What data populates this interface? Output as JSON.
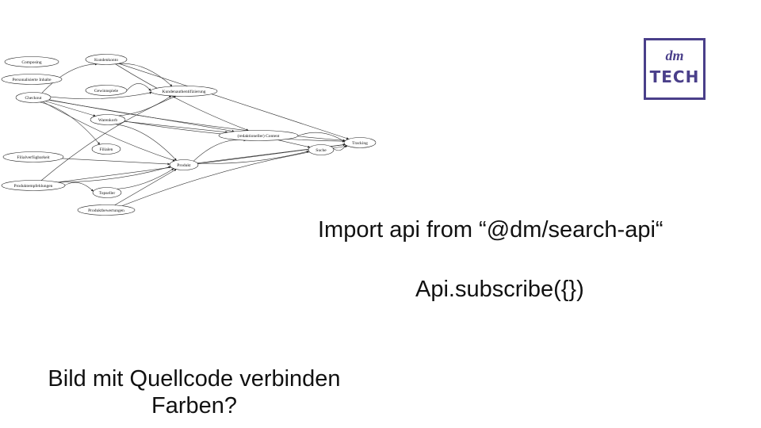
{
  "diagram": {
    "nodes": [
      {
        "id": "composing",
        "label": "Composing"
      },
      {
        "id": "personalisierte",
        "label": "Personalisierte Inhalte"
      },
      {
        "id": "checkout",
        "label": "Checkout"
      },
      {
        "id": "kundenkonto",
        "label": "Kundenkonto"
      },
      {
        "id": "gewinnspiele",
        "label": "Gewinnspiele"
      },
      {
        "id": "kundenauth",
        "label": "Kundenauthentifizierung"
      },
      {
        "id": "warenkorb",
        "label": "Warenkorb"
      },
      {
        "id": "content",
        "label": "(redaktioneller) Content"
      },
      {
        "id": "tracking",
        "label": "Tracking"
      },
      {
        "id": "filialen",
        "label": "Filialen"
      },
      {
        "id": "suche",
        "label": "Suche"
      },
      {
        "id": "filialverfuegbarkeit",
        "label": "Filialverfügbarkeit"
      },
      {
        "id": "produkt",
        "label": "Produkt"
      },
      {
        "id": "produktempfehlungen",
        "label": "Produktempfehlungen"
      },
      {
        "id": "topseller",
        "label": "Topseller"
      },
      {
        "id": "produktbewertungen",
        "label": "Produktbewertungen"
      }
    ],
    "edges": [
      [
        "checkout",
        "kundenkonto"
      ],
      [
        "checkout",
        "kundenauth"
      ],
      [
        "checkout",
        "warenkorb"
      ],
      [
        "checkout",
        "filialen"
      ],
      [
        "checkout",
        "produkt"
      ],
      [
        "checkout",
        "content"
      ],
      [
        "kundenkonto",
        "kundenauth"
      ],
      [
        "kundenkonto",
        "content"
      ],
      [
        "kundenkonto",
        "tracking"
      ],
      [
        "gewinnspiele",
        "kundenauth"
      ],
      [
        "warenkorb",
        "kundenauth"
      ],
      [
        "warenkorb",
        "content"
      ],
      [
        "warenkorb",
        "produkt"
      ],
      [
        "warenkorb",
        "tracking"
      ],
      [
        "content",
        "suche"
      ],
      [
        "content",
        "tracking"
      ],
      [
        "suche",
        "tracking"
      ],
      [
        "filialverfuegbarkeit",
        "produkt"
      ],
      [
        "produkt",
        "content"
      ],
      [
        "produkt",
        "suche"
      ],
      [
        "produkt",
        "tracking"
      ],
      [
        "produktempfehlungen",
        "topseller"
      ],
      [
        "produktempfehlungen",
        "produkt"
      ],
      [
        "produktempfehlungen",
        "tracking"
      ],
      [
        "produktempfehlungen",
        "kundenauth"
      ],
      [
        "topseller",
        "produkt"
      ],
      [
        "produktbewertungen",
        "produkt"
      ],
      [
        "produktbewertungen",
        "tracking"
      ],
      [
        "checkout",
        "tracking"
      ]
    ]
  },
  "logo": {
    "mark": "dm",
    "text": "TECH",
    "color": "#4a3f8a"
  },
  "code": {
    "line1": "Import api from “@dm/search-api“",
    "line2": "Api.subscribe({})"
  },
  "notes": {
    "line1": "Bild mit Quellcode verbinden",
    "line2": "Farben?"
  }
}
